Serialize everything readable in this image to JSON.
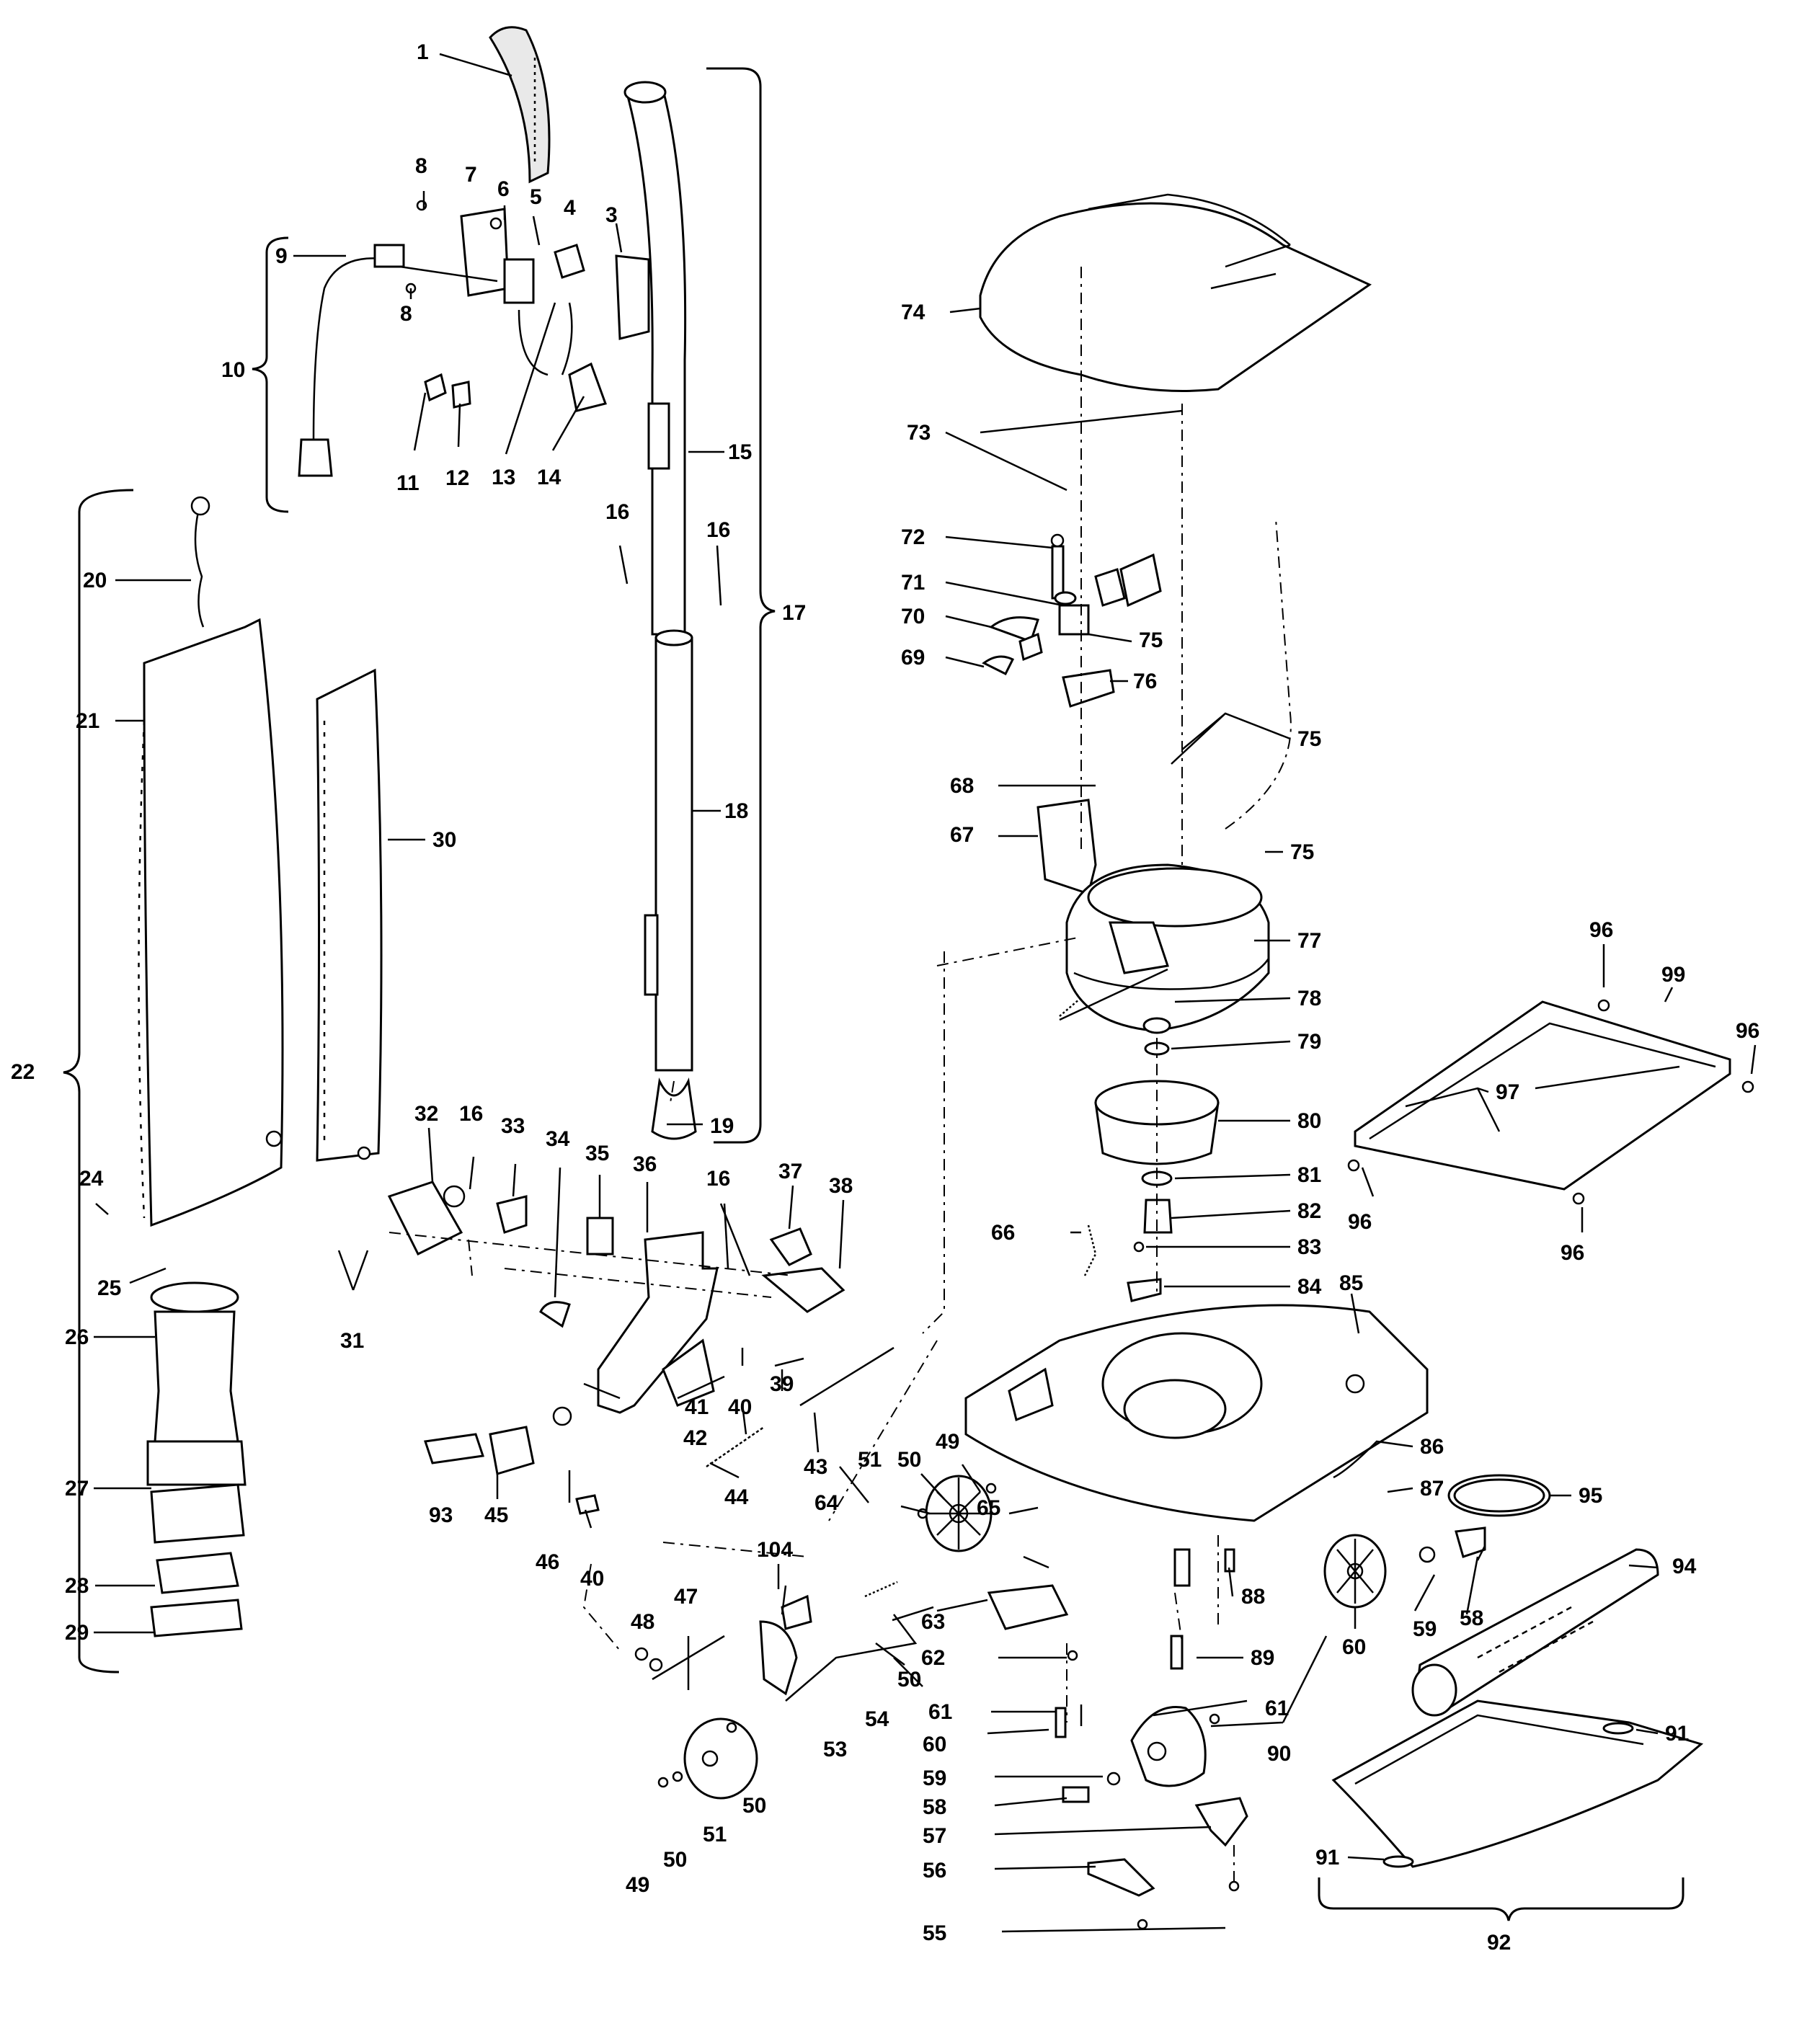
{
  "labels": {
    "l1": "1",
    "l3": "3",
    "l4": "4",
    "l5": "5",
    "l6": "6",
    "l7": "7",
    "l8": "8",
    "l9": "9",
    "l10": "10",
    "l11": "11",
    "l12": "12",
    "l13": "13",
    "l14": "14",
    "l15": "15",
    "l16": "16",
    "l17": "17",
    "l18": "18",
    "l19": "19",
    "l20": "20",
    "l21": "21",
    "l22": "22",
    "l24": "24",
    "l25": "25",
    "l26": "26",
    "l27": "27",
    "l28": "28",
    "l29": "29",
    "l30": "30",
    "l31": "31",
    "l32": "32",
    "l33": "33",
    "l34": "34",
    "l35": "35",
    "l36": "36",
    "l37": "37",
    "l38": "38",
    "l39": "39",
    "l40": "40",
    "l41": "41",
    "l42": "42",
    "l43": "43",
    "l44": "44",
    "l45": "45",
    "l46": "46",
    "l47": "47",
    "l48": "48",
    "l49": "49",
    "l50": "50",
    "l51": "51",
    "l53": "53",
    "l54": "54",
    "l55": "55",
    "l56": "56",
    "l57": "57",
    "l58": "58",
    "l59": "59",
    "l60": "60",
    "l61": "61",
    "l62": "62",
    "l63": "63",
    "l64": "64",
    "l65": "65",
    "l66": "66",
    "l67": "67",
    "l68": "68",
    "l69": "69",
    "l70": "70",
    "l71": "71",
    "l72": "72",
    "l73": "73",
    "l74": "74",
    "l75": "75",
    "l76": "76",
    "l77": "77",
    "l78": "78",
    "l79": "79",
    "l80": "80",
    "l81": "81",
    "l82": "82",
    "l83": "83",
    "l84": "84",
    "l85": "85",
    "l86": "86",
    "l87": "87",
    "l88": "88",
    "l89": "89",
    "l90": "90",
    "l91": "91",
    "l92": "92",
    "l93": "93",
    "l94": "94",
    "l95": "95",
    "l96": "96",
    "l97": "97",
    "l99": "99",
    "l104": "104"
  }
}
